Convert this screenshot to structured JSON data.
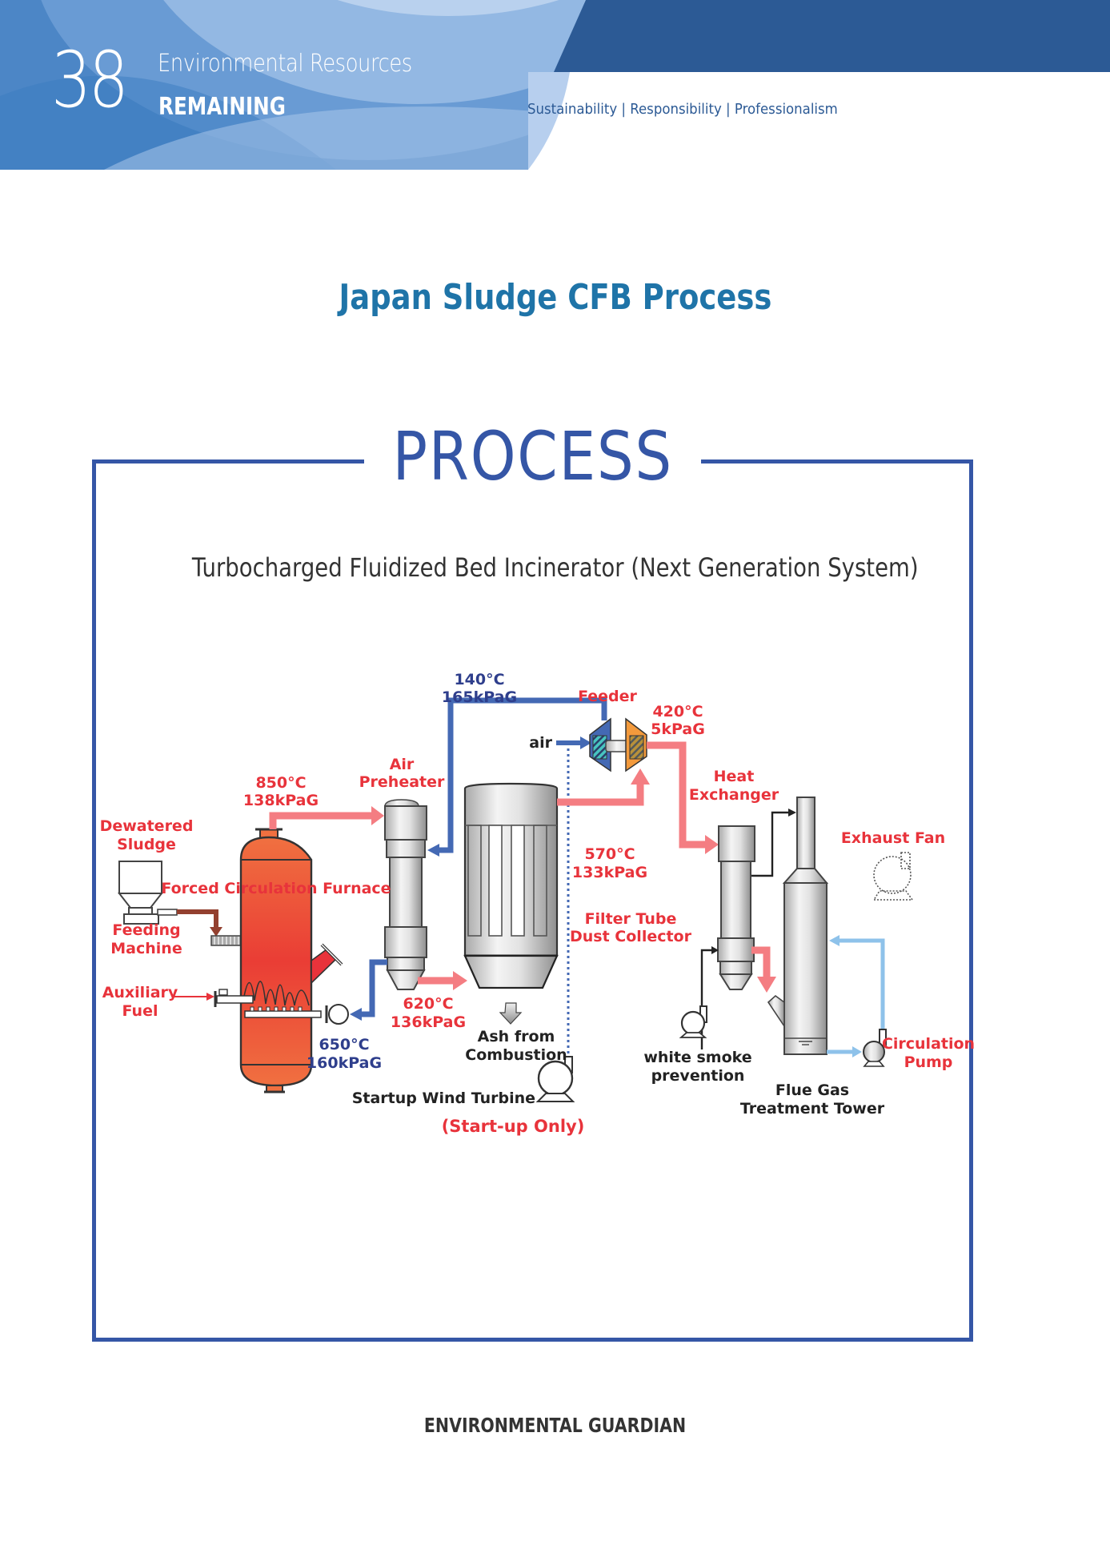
{
  "header": {
    "page_number": "38",
    "section_line1": "Environmental Resources",
    "section_line2": "REMAINING",
    "tagline": "Sustainability | Responsibility | Professionalism",
    "colors": {
      "band_dark": "#2c5a95",
      "band_light": "#4a86c8"
    }
  },
  "title": "Japan Sludge CFB Process",
  "process_box": {
    "label": "PROCESS",
    "subtitle": "Turbocharged Fluidized Bed Incinerator (Next Generation System)",
    "frame_color": "#3556a6"
  },
  "diagram": {
    "labels": {
      "dewatered_sludge": [
        "Dewatered",
        "Sludge"
      ],
      "feeding_machine": [
        "Feeding",
        "Machine"
      ],
      "auxiliary_fuel": [
        "Auxiliary",
        "Fuel"
      ],
      "forced_circulation_furnace": "Forced Circulation Furnace",
      "furnace_outlet": [
        "850°C",
        "138kPaG"
      ],
      "air_preheater": [
        "Air",
        "Preheater"
      ],
      "preheater_air_in": [
        "140°C",
        "165kPaG"
      ],
      "furnace_air_in": [
        "650°C",
        "160kPaG"
      ],
      "preheater_gas_out": [
        "620°C",
        "136kPaG"
      ],
      "ash": [
        "Ash from",
        "Combustion"
      ],
      "startup_turbine": "Startup Wind Turbine",
      "startup_only": "(Start-up Only)",
      "air": "air",
      "feeder": "Feeder",
      "turbine_exhaust": [
        "420°C",
        "5kPaG"
      ],
      "collector_out": [
        "570°C",
        "133kPaG"
      ],
      "filter_tube": [
        "Filter Tube",
        "Dust Collector"
      ],
      "heat_exchanger": [
        "Heat",
        "Exchanger"
      ],
      "exhaust_fan": "Exhaust Fan",
      "white_smoke": [
        "white smoke",
        "prevention"
      ],
      "flue_gas_tower": [
        "Flue Gas",
        "Treatment Tower"
      ],
      "circulation_pump": [
        "Circulation",
        "Pump"
      ]
    },
    "colors": {
      "hot_gas": "#f47d82",
      "air_line": "#4469b4",
      "water_line": "#8ec2ea",
      "label_red": "#e8333b",
      "label_blue": "#2e3e8c",
      "furnace": "#ef5a3a"
    }
  },
  "footer": "ENVIRONMENTAL GUARDIAN"
}
